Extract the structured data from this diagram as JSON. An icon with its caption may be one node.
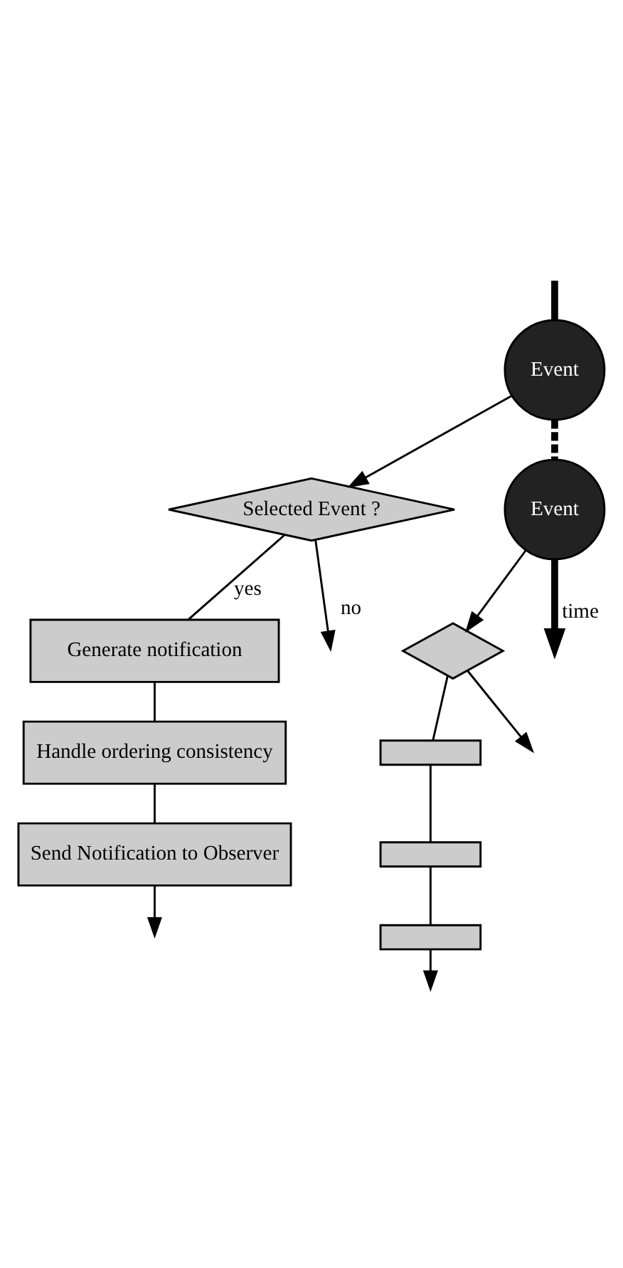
{
  "diagram": {
    "nodes": [
      {
        "text": [
          "Event"
        ]
      },
      {
        "text": [
          "Selected Event ?"
        ]
      },
      {
        "text": [
          "Generate notification"
        ]
      },
      {
        "text": [
          "Handle ordering consistency"
        ]
      },
      {
        "text": [
          "Send Notification to Observer"
        ]
      },
      {
        "text": [
          "Event"
        ]
      },
      {
        "text": [],
        "shape": "diamond"
      },
      {
        "text": [],
        "shape": "box"
      },
      {
        "text": [],
        "shape": "box"
      },
      {
        "text": [],
        "shape": "box"
      }
    ],
    "edges": [
      {
        "from": null,
        "to": 0,
        "arrow": "none",
        "style": "thick"
      },
      {
        "from": 0,
        "to": 1,
        "arrow": "to"
      },
      {
        "from": 1,
        "to": null,
        "arrow": "to",
        "label": "no"
      },
      {
        "from": 1,
        "to": 2,
        "arrow": "none",
        "label": "yes"
      },
      {
        "from": 2,
        "to": 3,
        "arrow": "none"
      },
      {
        "from": 3,
        "to": 4,
        "arrow": "none"
      },
      {
        "from": 4,
        "to": null,
        "arrow": "to"
      },
      {
        "from": 0,
        "to": 5,
        "arrow": "none",
        "style": "dashed"
      },
      {
        "from": 5,
        "to": 6,
        "arrow": "to"
      },
      {
        "from": 6,
        "to": null,
        "arrow": "to"
      },
      {
        "from": 6,
        "to": 7,
        "arrow": "none"
      },
      {
        "from": 7,
        "to": 8,
        "arrow": "none"
      },
      {
        "from": 8,
        "to": 9,
        "arrow": "none"
      },
      {
        "from": 9,
        "to": null,
        "arrow": "to"
      },
      {
        "from": 5,
        "to": null,
        "arrow": "to",
        "style": "thick",
        "label": "time"
      }
    ]
  }
}
